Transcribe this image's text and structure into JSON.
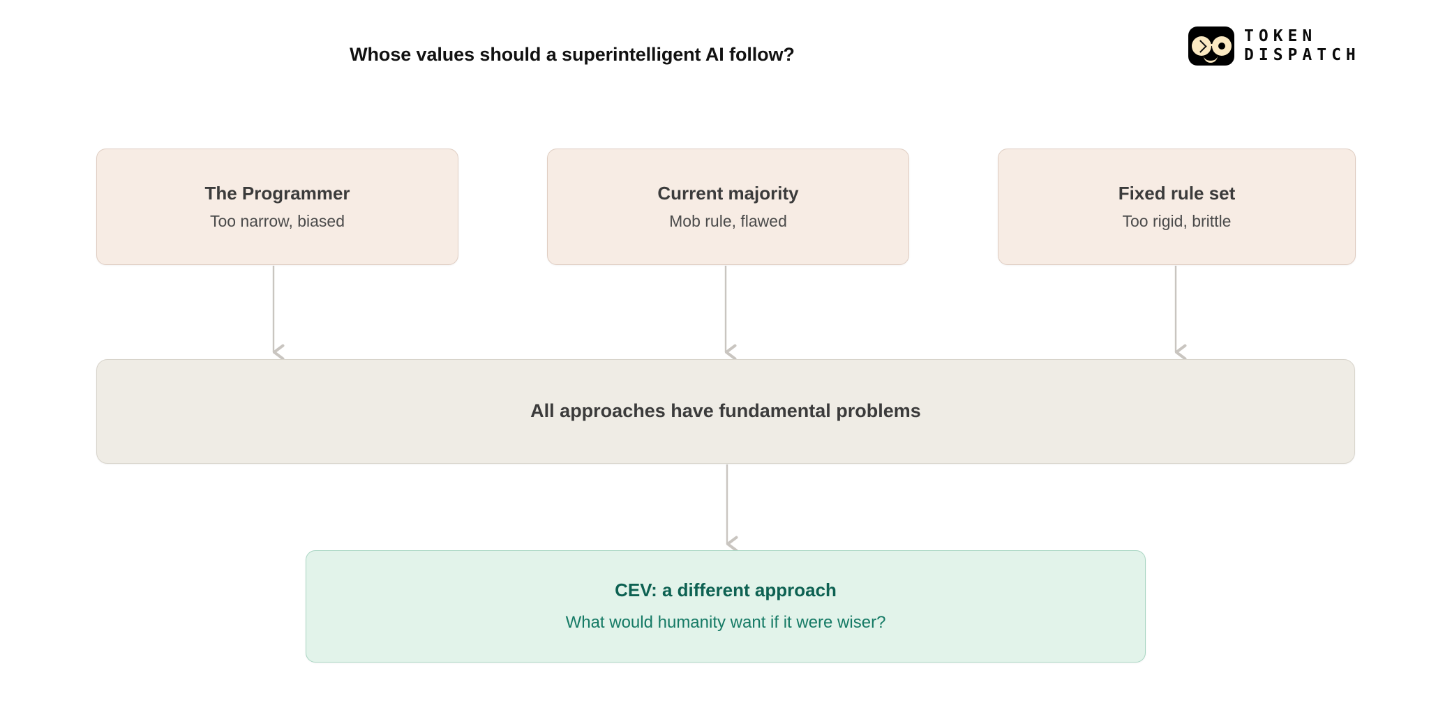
{
  "page": {
    "title": "Whose values should a superintelligent AI follow?",
    "background_color": "#ffffff"
  },
  "logo": {
    "line1": "TOKEN",
    "line2": "DISPATCH",
    "mark_color": "#000000",
    "eye_color": "#fbe9c2"
  },
  "diagram": {
    "type": "flowchart",
    "palette": {
      "problem_fill": "#f7ece4",
      "problem_border": "#dfcdc2",
      "summary_fill": "#efece5",
      "summary_border": "#d8d4cb",
      "solution_fill": "#e2f3ea",
      "solution_border": "#a9d6c3",
      "solution_text": "#0d6152",
      "arrow_color": "#c9c5c0",
      "body_text": "#3b3b3b"
    },
    "problem_nodes": [
      {
        "title": "The Programmer",
        "subtitle": "Too narrow, biased"
      },
      {
        "title": "Current majority",
        "subtitle": "Mob rule, flawed"
      },
      {
        "title": "Fixed rule set",
        "subtitle": "Too rigid, brittle"
      }
    ],
    "summary_node": {
      "title": "All approaches have fundamental problems"
    },
    "solution_node": {
      "title": "CEV: a different approach",
      "subtitle": "What would humanity want if it were wiser?"
    },
    "edges": [
      {
        "from": "The Programmer",
        "to": "All approaches have fundamental problems"
      },
      {
        "from": "Current majority",
        "to": "All approaches have fundamental problems"
      },
      {
        "from": "Fixed rule set",
        "to": "All approaches have fundamental problems"
      },
      {
        "from": "All approaches have fundamental problems",
        "to": "CEV: a different approach"
      }
    ]
  }
}
